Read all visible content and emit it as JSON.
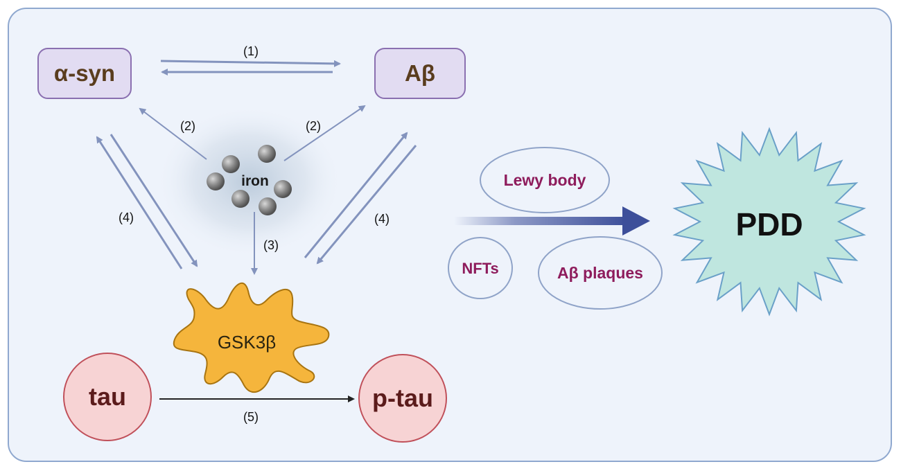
{
  "nodes": {
    "asyn": "α-syn",
    "abeta": "Aβ",
    "iron": "iron",
    "gsk": "GSK3β",
    "tau": "tau",
    "ptau": "p-tau",
    "lewy": "Lewy body",
    "nfts": "NFTs",
    "plaques": "Aβ plaques",
    "pdd": "PDD"
  },
  "arrow_labels": {
    "a1": "(1)",
    "a2_left": "(2)",
    "a2_right": "(2)",
    "a3": "(3)",
    "a4_left": "(4)",
    "a4_right": "(4)",
    "a5": "(5)"
  },
  "colors": {
    "panel_bg": "#eef3fb",
    "panel_border": "#8fa8cf",
    "protein_box": "#e2dcf2",
    "protein_border": "#8a6fb0",
    "protein_text": "#5a3d1e",
    "tau_fill": "#f7d3d4",
    "tau_border": "#c0505a",
    "tau_text": "#5b1b1b",
    "gsk_fill": "#f5b53c",
    "gsk_border": "#a87410",
    "ellipse_text": "#8e1c5c",
    "ellipse_border": "#8fa3c8",
    "arrow": "#7f8fb8",
    "big_arrow": "#3d4f9a",
    "pdd_fill": "#bfe6df",
    "pdd_border": "#6aa0c8"
  }
}
